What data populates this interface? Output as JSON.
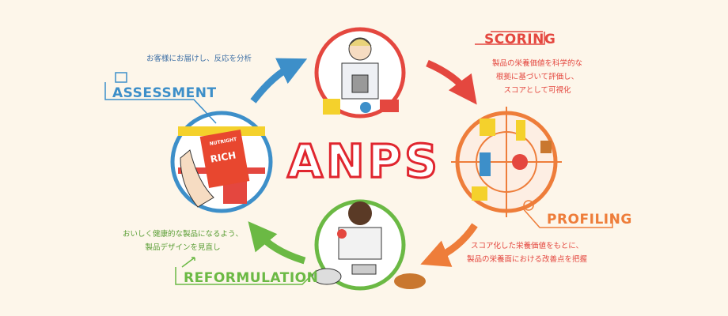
{
  "title": "ANPS",
  "colors": {
    "assessment": "#3d8fc9",
    "scoring": "#e4473f",
    "profiling": "#ee7d3a",
    "reformulation": "#6bb944",
    "anps": "#e0262f",
    "background": "#fdf6ea"
  },
  "stages": {
    "assessment": {
      "label": "ASSESSMENT",
      "description": [
        "お客様にお届けし、反応を分析"
      ],
      "icon": "checkbox-icon"
    },
    "scoring": {
      "label": "SCORING",
      "description": [
        "製品の栄養価値を科学的な",
        "根拠に基づいて評価し、",
        "スコアとして可視化"
      ],
      "icon": "pencil-icon"
    },
    "profiling": {
      "label": "PROFILING",
      "description": [
        "スコア化した栄養価値をもとに、",
        "製品の栄養面における改善点を把握"
      ],
      "icon": "magnifier-icon"
    },
    "reformulation": {
      "label": "REFORMULATION",
      "description": [
        "おいしく健康的な製品になるよう、",
        "製品デザインを見直し"
      ],
      "icon": "arrow-up-right-icon"
    }
  },
  "package": {
    "brand": "NUTRIGHT",
    "name": "RICH"
  }
}
